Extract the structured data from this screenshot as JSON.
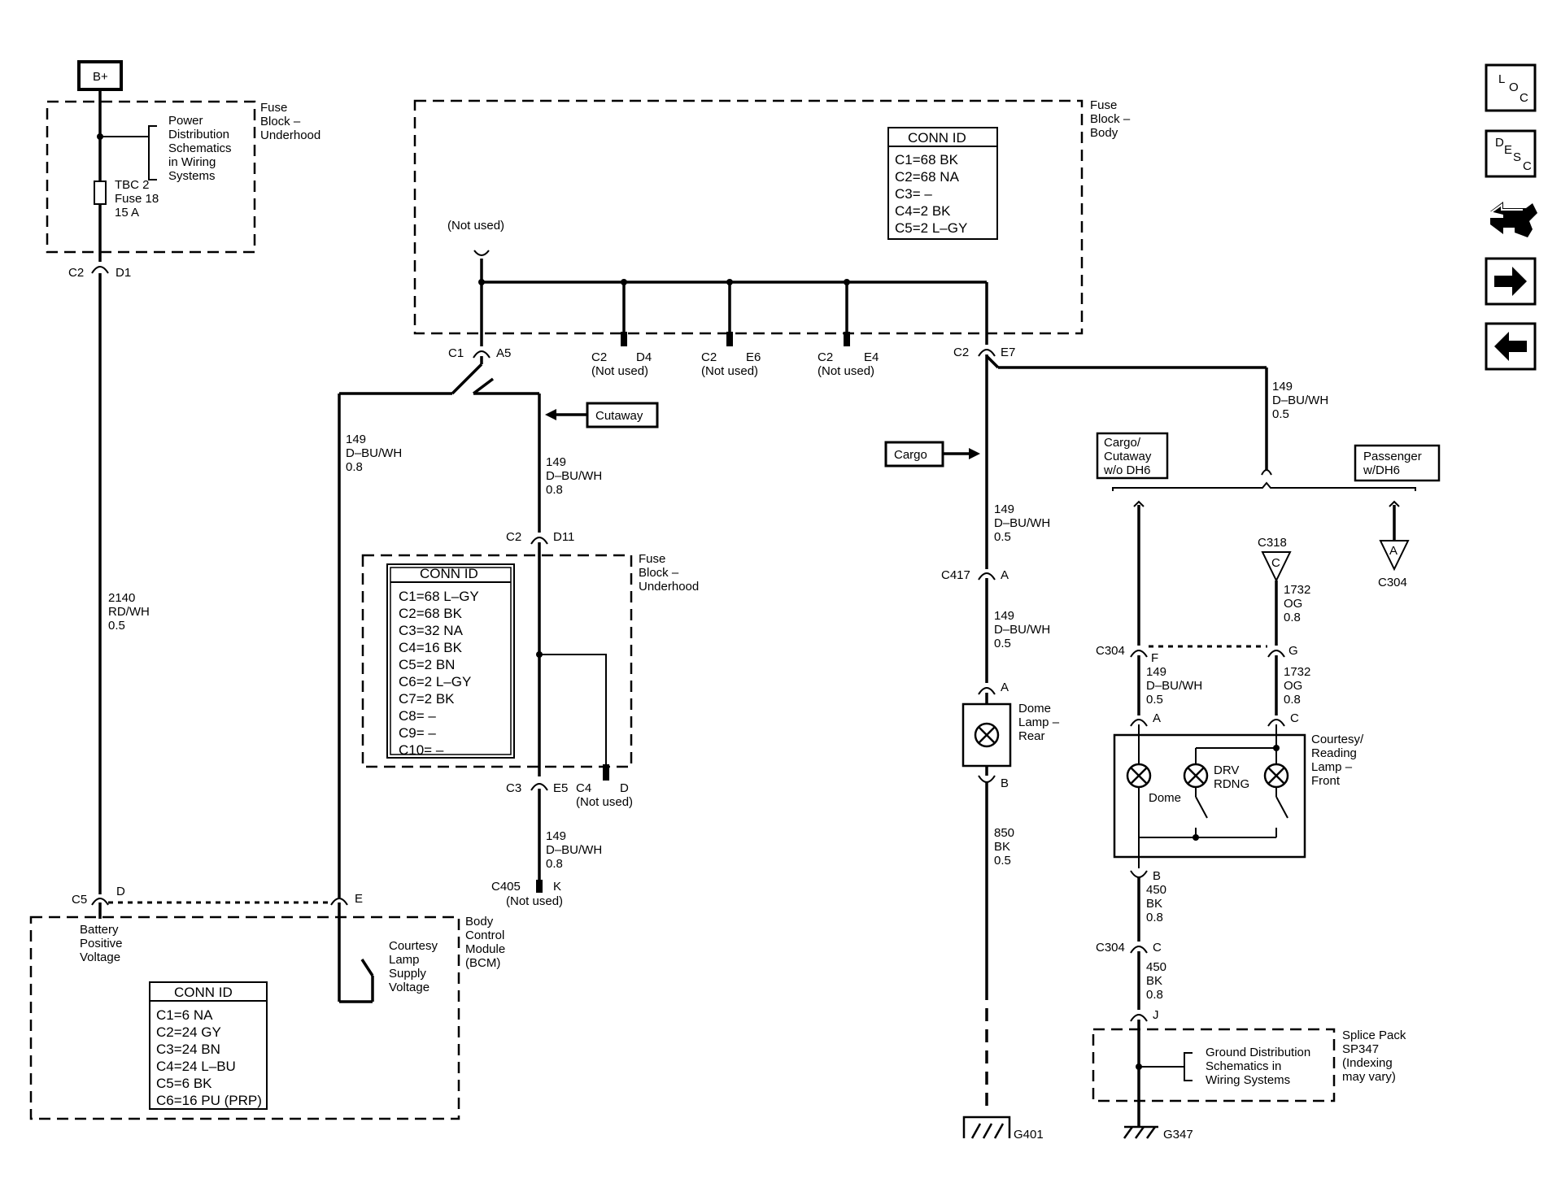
{
  "power": {
    "bplus": "B+"
  },
  "fuse_underhood_top": {
    "title": [
      "Fuse",
      "Block –",
      "Underhood"
    ],
    "pd_note": [
      "Power",
      "Distribution",
      "Schematics",
      "in Wiring",
      "Systems"
    ],
    "fuse": [
      "TBC 2",
      "Fuse 18",
      "15 A"
    ],
    "conn_c2": "C2",
    "conn_d1": "D1"
  },
  "wire_2140": [
    "2140",
    "RD/WH",
    "0.5"
  ],
  "fuse_body": {
    "title": [
      "Fuse",
      "Block –",
      "Body"
    ],
    "not_used_top": "(Not used)",
    "conn_id": {
      "title": "CONN ID",
      "rows": [
        "C1=68 BK",
        "C2=68 NA",
        "C3= –",
        "C4=2 BK",
        "C5=2 L–GY"
      ]
    },
    "c1": "C1",
    "a5": "A5",
    "c2_d4": [
      "C2",
      "D4",
      "(Not used)"
    ],
    "c2_e6": [
      "C2",
      "E6",
      "(Not used)"
    ],
    "c2_e4": [
      "C2",
      "E4",
      "(Not used)"
    ],
    "c2": "C2",
    "e7": "E7"
  },
  "wire_149_left": [
    "149",
    "D–BU/WH",
    "0.8"
  ],
  "wire_149_mid": [
    "149",
    "D–BU/WH",
    "0.8"
  ],
  "cutaway_label": "Cutaway",
  "cargo_label": "Cargo",
  "fuse_underhood_mid": {
    "title": [
      "Fuse",
      "Block –",
      "Underhood"
    ],
    "conn_id": {
      "title": "CONN ID",
      "rows": [
        "C1=68 L–GY",
        "C2=68 BK",
        "C3=32 NA",
        "C4=16 BK",
        "C5=2 BN",
        "C6=2 L–GY",
        "C7=2 BK",
        "C8= –",
        "C9= –",
        "C10= –"
      ]
    },
    "c2": "C2",
    "d11": "D11",
    "c3": "C3",
    "e5": "E5",
    "c4": "C4",
    "d": "D",
    "not_used": "(Not used)"
  },
  "wire_149_lower": [
    "149",
    "D–BU/WH",
    "0.8"
  ],
  "c405": {
    "conn": "C405",
    "pin": "K",
    "note": "(Not used)"
  },
  "bcm": {
    "title": [
      "Body",
      "Control",
      "Module",
      "(BCM)"
    ],
    "c5": "C5",
    "d": "D",
    "e": "E",
    "battery": [
      "Battery",
      "Positive",
      "Voltage"
    ],
    "courtesy": [
      "Courtesy",
      "Lamp",
      "Supply",
      "Voltage"
    ],
    "conn_id": {
      "title": "CONN ID",
      "rows": [
        "C1=6 NA",
        "C2=24 GY",
        "C3=24 BN",
        "C4=24 L–BU",
        "C5=6 BK",
        "C6=16 PU (PRP)"
      ]
    }
  },
  "right_center": {
    "wire_149_a": [
      "149",
      "D–BU/WH",
      "0.5"
    ],
    "c417": "C417",
    "c417_pin": "A",
    "wire_149_b": [
      "149",
      "D–BU/WH",
      "0.5"
    ],
    "dome_a": "A",
    "dome_lamp": [
      "Dome",
      "Lamp –",
      "Rear"
    ],
    "dome_b": "B",
    "wire_850": [
      "850",
      "BK",
      "0.5"
    ],
    "g401": "G401"
  },
  "right_branch": {
    "wire_149": [
      "149",
      "D–BU/WH",
      "0.5"
    ],
    "cargo_cutaway": [
      "Cargo/",
      "Cutaway",
      "w/o DH6"
    ],
    "passenger": [
      "Passenger",
      "w/DH6"
    ],
    "c304_a_tri": "A",
    "c304_label": "C304",
    "c318_label": "C318",
    "c318_tri": "C",
    "wire_1732_a": [
      "1732",
      "OG",
      "0.8"
    ],
    "c304": "C304",
    "f": "F",
    "g": "G",
    "wire_149_b": [
      "149",
      "D–BU/WH",
      "0.5"
    ],
    "wire_1732_b": [
      "1732",
      "OG",
      "0.8"
    ],
    "pin_a": "A",
    "pin_c": "C",
    "courtesy": [
      "Courtesy/",
      "Reading",
      "Lamp –",
      "Front"
    ],
    "dome": "Dome",
    "drv_rdng": [
      "DRV",
      "RDNG"
    ],
    "pin_b": "B",
    "wire_450_a": [
      "450",
      "BK",
      "0.8"
    ],
    "c304_c": "C304",
    "c304_c_pin": "C",
    "wire_450_b": [
      "450",
      "BK",
      "0.8"
    ],
    "pin_j": "J",
    "splice": [
      "Splice Pack",
      "SP347",
      "(Indexing",
      "may vary)"
    ],
    "ground_note": [
      "Ground Distribution",
      "Schematics in",
      "Wiring Systems"
    ],
    "g347": "G347"
  },
  "nav": {
    "loc": [
      "L",
      "O",
      "C"
    ],
    "desc": [
      "D",
      "E",
      "S",
      "C"
    ],
    "icons": [
      "loc-icon",
      "desc-icon",
      "connector-tool-icon",
      "arrow-right-icon",
      "arrow-left-icon"
    ]
  }
}
